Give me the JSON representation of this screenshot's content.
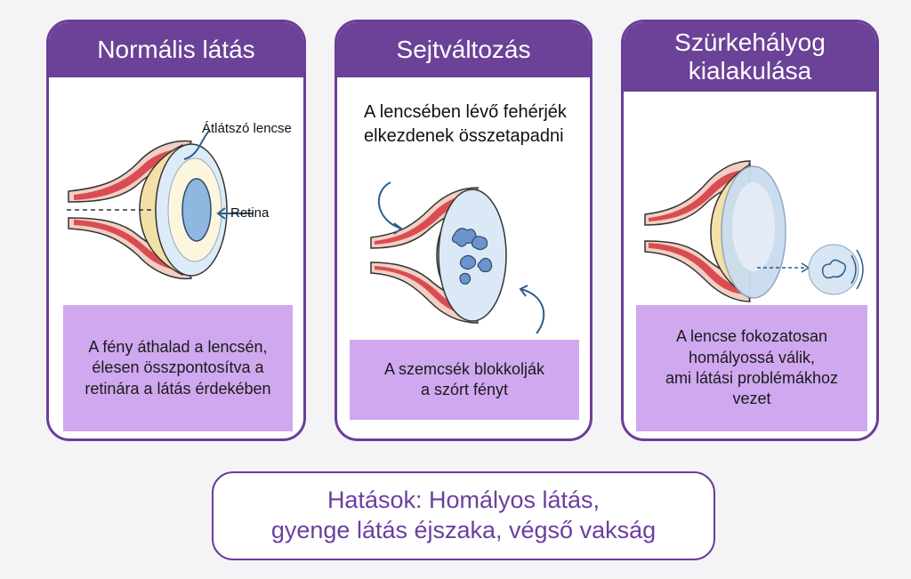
{
  "panels": [
    {
      "title": "Normális látás",
      "labels": {
        "lens": "Átlátszó lencse",
        "retina": "Retina"
      },
      "description": [
        "A fény áthalad a lencsén,",
        "élesen összpontosítva a",
        "retinára a látás érdekében"
      ]
    },
    {
      "title": "Sejtváltozás",
      "callout": [
        "A lencsében lévő fehérjék",
        "elkezdenek összetapadni"
      ],
      "description": [
        "A szemcsék blokkolják",
        "a szórt fényt"
      ]
    },
    {
      "title": [
        "Szürkehályog",
        "kialakulása"
      ],
      "description": [
        "A lencse fokozatosan",
        "homályossá válik,",
        "ami látási problémákhoz",
        "vezet"
      ]
    }
  ],
  "effects": [
    "Hatások: Homályos látás,",
    "gyenge látás éjszaka, végső vakság"
  ],
  "colors": {
    "panel_header": "#6b4297",
    "panel_border": "#6a3d9a",
    "description_bg": "#cfa8ef",
    "effects_text": "#6b3fa0",
    "lens_blue": "#8fb7e0",
    "sclera": "#f3e0a6",
    "tissue_red": "#d94d52"
  }
}
